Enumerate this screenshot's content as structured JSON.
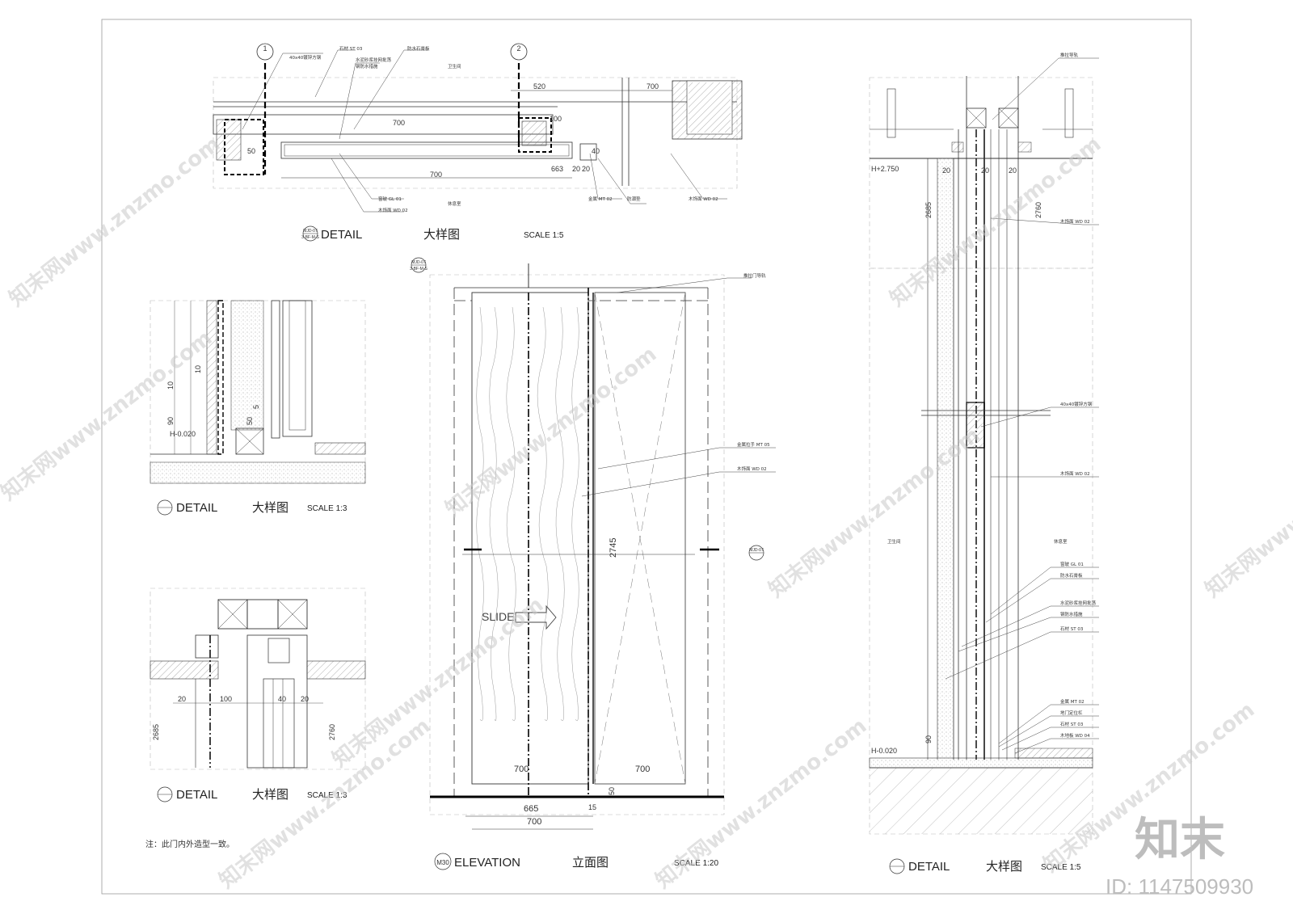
{
  "sheet": {
    "note": "注：此门内外造型一致。",
    "brand_logo": "知末",
    "id_label": "ID: 1147509930",
    "watermark": "知末网www.znzmo.com"
  },
  "views": {
    "plan_detail": {
      "title_en": "DETAIL",
      "title_cn": "大样图",
      "scale": "SCALE   1:5",
      "ref_top": "MJD-07",
      "ref_bottom": "3-BF-M-S",
      "grid_1": "1",
      "grid_2": "2",
      "dims": [
        "700",
        "520",
        "700",
        "100",
        "700",
        "50",
        "663",
        "20",
        "20",
        "40"
      ],
      "room_top": "卫生间",
      "room_bottom": "休息室",
      "callouts": [
        "40x40镀锌方钢",
        "石材 ST 03",
        "防水石膏板",
        "水泥砂浆挂网批荡",
        "钢防水措施",
        "窗玻 GL 01",
        "木饰面 WD 02",
        "金属 MT 02",
        "防潮垫",
        "木饰面 WD 02"
      ]
    },
    "detail_a": {
      "title_en": "DETAIL",
      "title_cn": "大样图",
      "scale": "SCALE   1:3",
      "dims": [
        "10",
        "10",
        "90",
        "5",
        "50"
      ],
      "level": "H-0.020"
    },
    "detail_b": {
      "title_en": "DETAIL",
      "title_cn": "大样图",
      "scale": "SCALE   1:3",
      "dims": [
        "20",
        "100",
        "40",
        "20",
        "2685",
        "2760"
      ]
    },
    "elevation": {
      "title_en": "ELEVATION",
      "title_cn": "立面图",
      "scale": "SCALE   1:20",
      "ref_top": "MJD-07",
      "ref_bottom": "3-BF-M-S",
      "slide_label": "SLIDE",
      "dims": [
        "700",
        "700",
        "665",
        "700",
        "2745",
        "15",
        "50"
      ],
      "callouts": [
        "推拉门导轨",
        "金属拉手 MT 05",
        "木饰面 WD 02"
      ],
      "section_ref": "MJD-07"
    },
    "section_detail": {
      "title_en": "DETAIL",
      "title_cn": "大样图",
      "scale": "SCALE   1:5",
      "level_top": "H+2.750",
      "level_bottom": "H-0.020",
      "dims": [
        "2685",
        "2760",
        "20",
        "20",
        "20",
        "90"
      ],
      "room_left": "卫生间",
      "room_right": "休息室",
      "callouts": [
        "推拉导轨",
        "木饰面 WD 02",
        "40x40镀锌方钢",
        "木饰面 WD 02",
        "窗玻 GL 01",
        "防水石膏板",
        "水泥砂浆挂网批荡",
        "钢防水措施",
        "石材 ST 03",
        "金属 MT 02",
        "地门定位杠",
        "石材 ST 03",
        "木地板 WD 04"
      ]
    }
  },
  "colors": {
    "line": "#2b2b2b",
    "hatch": "#8a8a8a",
    "watermark": "#c8c8c8"
  }
}
